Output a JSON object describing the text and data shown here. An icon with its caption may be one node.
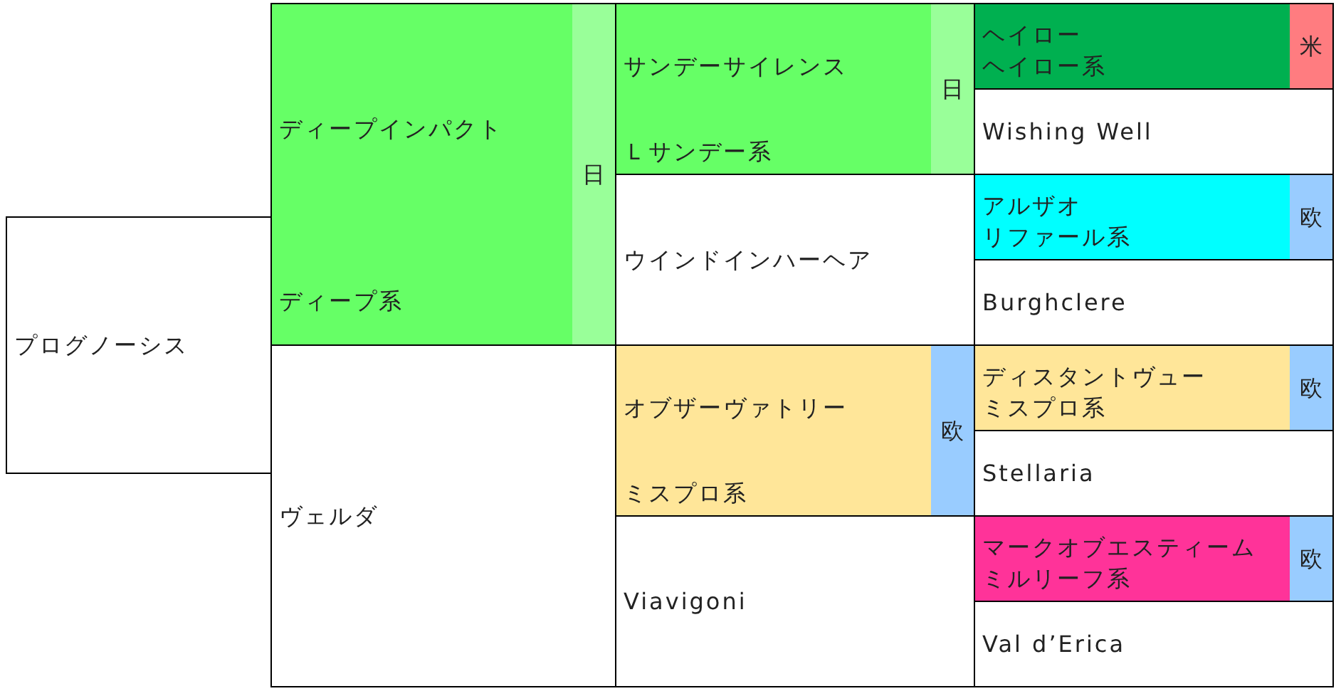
{
  "diagram": {
    "nodes": [
      {
        "text": [
          "プログノーシス"
        ]
      },
      {
        "text": [
          "ディープインパクト",
          "ディープ系"
        ]
      },
      {
        "text": [
          "日"
        ],
        "in": 1
      },
      {
        "text": [
          "サンデーサイレンス",
          "Ｌサンデー系"
        ]
      },
      {
        "text": [
          "日"
        ],
        "in": 3
      },
      {
        "text": [
          "ヘイロー",
          "ヘイロー系"
        ]
      },
      {
        "text": [
          "米"
        ],
        "in": 5
      },
      {
        "text": [
          "Wishing Well"
        ]
      },
      {
        "text": [
          "ウインドインハーヘア"
        ]
      },
      {
        "text": [
          "アルザオ",
          "リファール系"
        ]
      },
      {
        "text": [
          "欧"
        ],
        "in": 9
      },
      {
        "text": [
          "Burghclere"
        ]
      },
      {
        "text": [
          "ヴェルダ"
        ]
      },
      {
        "text": [
          "オブザーヴァトリー",
          "ミスプロ系"
        ]
      },
      {
        "text": [
          "欧"
        ],
        "in": 13
      },
      {
        "text": [
          "ディスタントヴュー",
          "ミスプロ系"
        ]
      },
      {
        "text": [
          "欧"
        ],
        "in": 15
      },
      {
        "text": [
          "Stellaria"
        ]
      },
      {
        "text": [
          "Viavigoni"
        ]
      },
      {
        "text": [
          "マークオブエスティーム",
          "ミルリーフ系"
        ]
      },
      {
        "text": [
          "欧"
        ],
        "in": 19
      },
      {
        "text": [
          "Val d’Erica"
        ]
      }
    ]
  }
}
